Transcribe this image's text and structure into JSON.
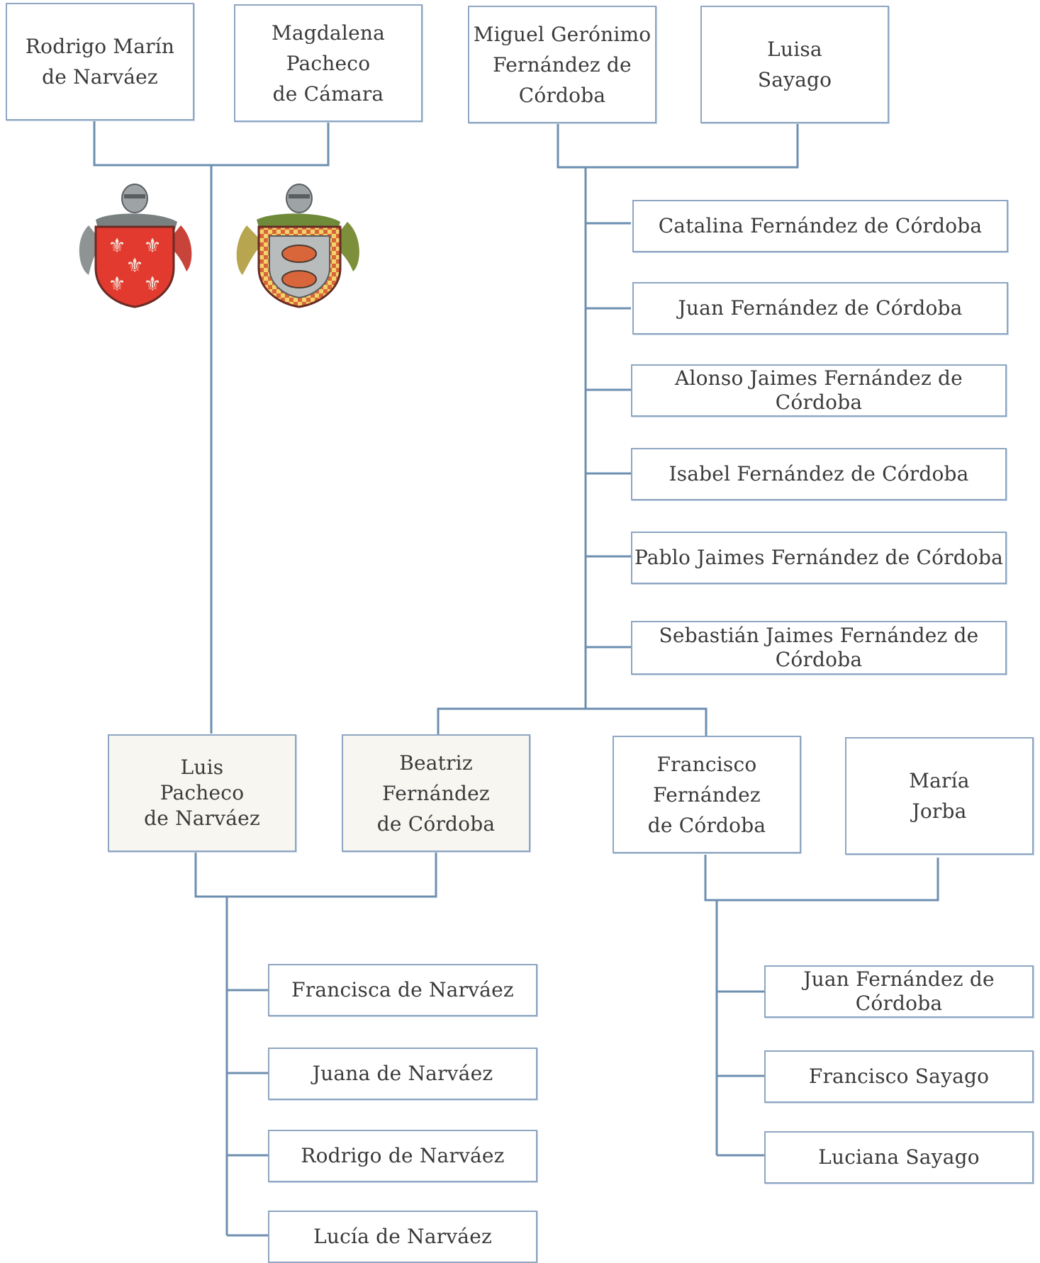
{
  "parents_top": {
    "rodrigo": "Rodrigo Marín\nde Narváez",
    "magdalena": "Magdalena\nPacheco\nde Cámara",
    "miguel": "Miguel Gerónimo\nFernández de\nCórdoba",
    "luisa": "Luisa\nSayago"
  },
  "children_miguel": [
    "Catalina Fernández de Córdoba",
    "Juan Fernández de Córdoba",
    "Alonso Jaimes Fernández de Córdoba",
    "Isabel  Fernández de Córdoba",
    "Pablo Jaimes Fernández de Córdoba",
    "Sebastián Jaimes Fernández de Córdoba"
  ],
  "middle": {
    "luis": "Luis\nPacheco\nde Narváez",
    "beatriz": "Beatriz\nFernández\nde Córdoba",
    "francisco": "Francisco\nFernández\nde Córdoba",
    "maria": "María\nJorba"
  },
  "children_luis": [
    "Francisca de Narváez",
    "Juana de Narváez",
    "Rodrigo de Narváez",
    "Lucía de Narváez"
  ],
  "children_francisco": [
    "Juan Fernández de Córdoba",
    "Francisco Sayago",
    "Luciana Sayago"
  ],
  "colors": {
    "line": "#6d8fb0",
    "box_border": "#8ea6c2",
    "crest_red": "#e23a2e",
    "crest_check": "#d9663a",
    "crest_grey": "#b9bcbc"
  },
  "icons": [
    "narvaez-coat-of-arms-icon",
    "pacheco-coat-of-arms-icon"
  ]
}
